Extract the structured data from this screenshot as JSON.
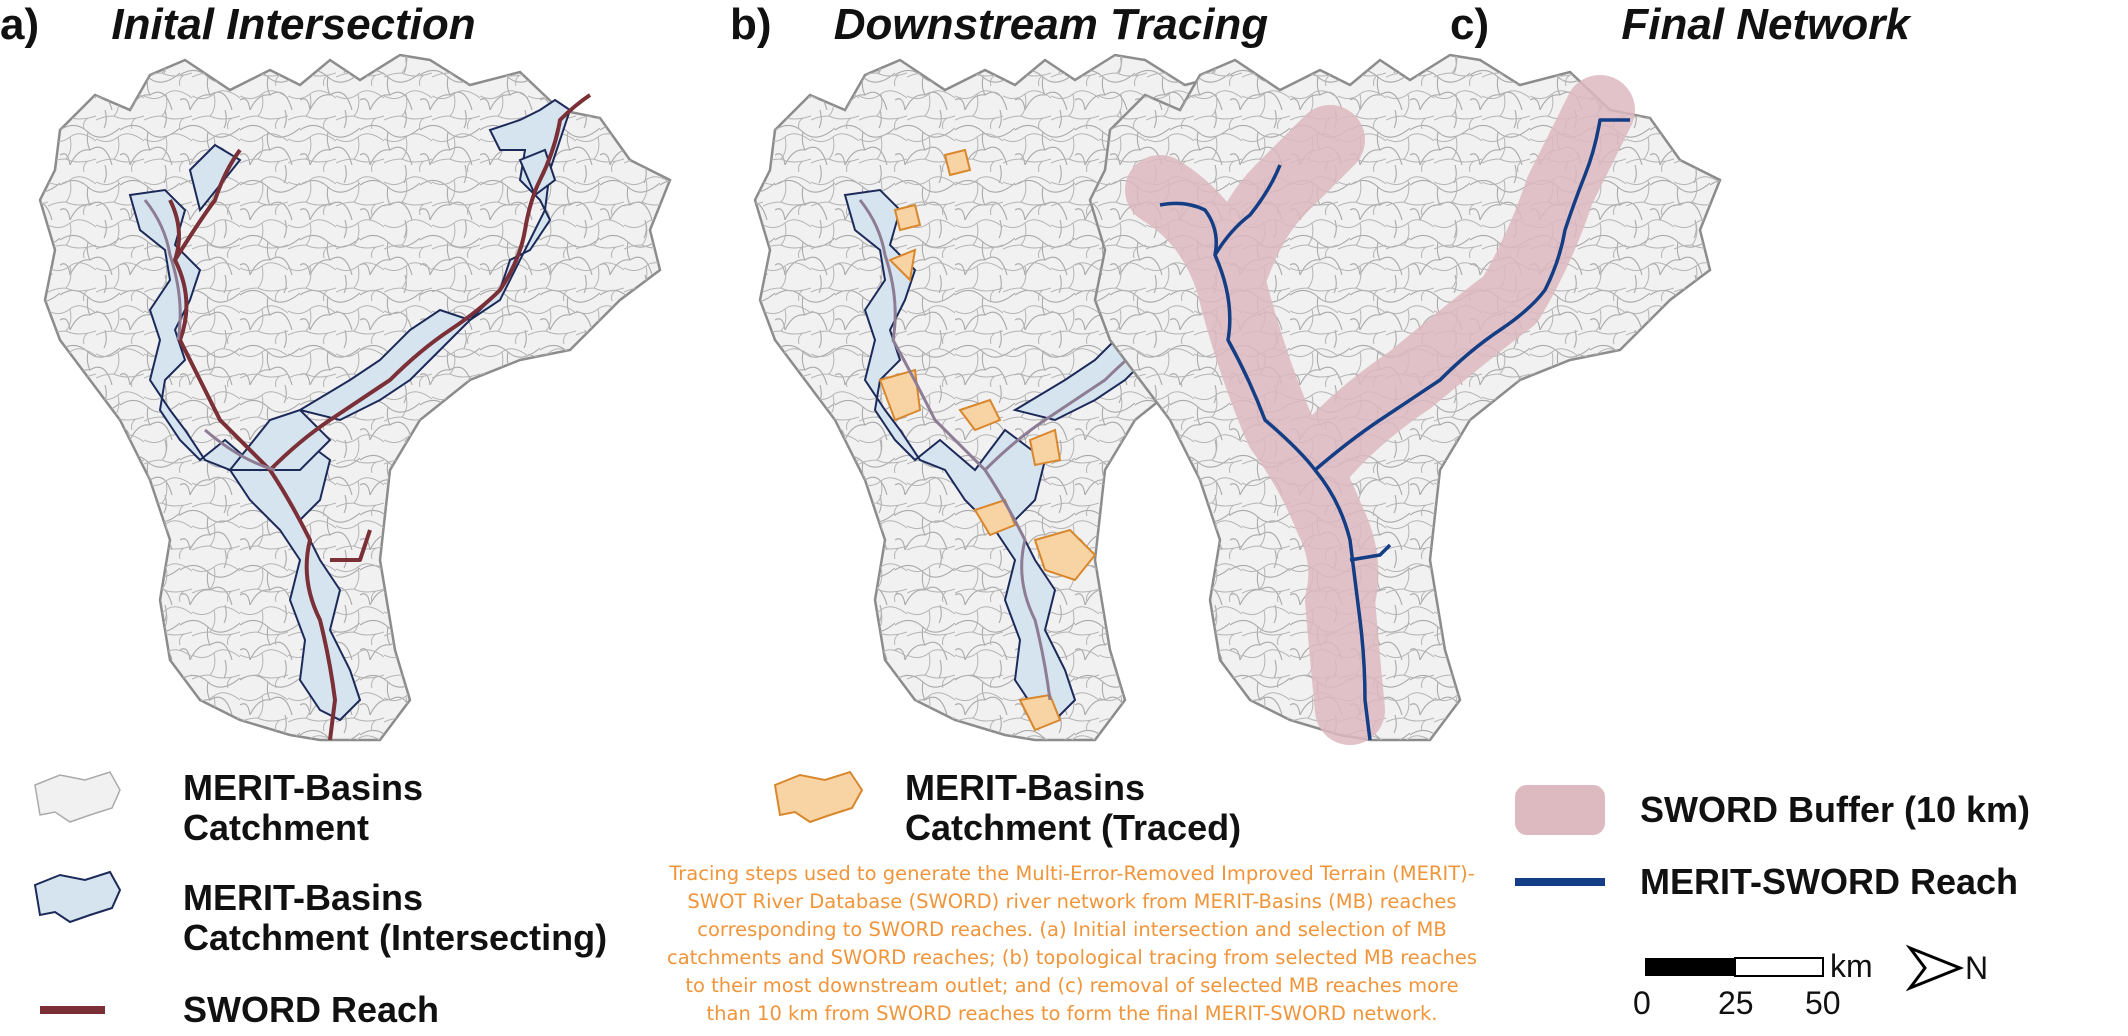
{
  "panels": [
    {
      "letter": "a)",
      "title": "Inital Intersection"
    },
    {
      "letter": "b)",
      "title": "Downstream Tracing"
    },
    {
      "letter": "c)",
      "title": "Final Network"
    }
  ],
  "legend_a": {
    "catchment": [
      "MERIT-Basins",
      "Catchment"
    ],
    "intersecting": [
      "MERIT-Basins",
      "Catchment (Intersecting)"
    ],
    "reach": "SWORD Reach"
  },
  "legend_b": {
    "traced": [
      "MERIT-Basins",
      "Catchment (Traced)"
    ]
  },
  "legend_c": {
    "buffer": "SWORD Buffer (10 km)",
    "merit_sword": "MERIT-SWORD Reach"
  },
  "caption": "Tracing steps used to generate the Multi-Error-Removed Improved Terrain (MERIT)-SWOT River Database (SWORD) river network from MERIT-Basins (MB) reaches corresponding to SWORD reaches. (a) Initial intersection and selection of MB catchments and SWORD reaches; (b) topological tracing from selected MB reaches to their most downstream outlet; and (c) removal of selected MB reaches more than 10 km from SWORD reaches to form the final MERIT-SWORD network.",
  "scale_bar": {
    "unit": "km",
    "ticks": [
      "0",
      "25",
      "50"
    ]
  },
  "north_arrow": "N",
  "colors": {
    "catchment_fill": "#f1f1f1",
    "catchment_edge": "#9a9a9a",
    "intersecting_fill": "#d6e4f0",
    "intersecting_edge": "#1c2a5a",
    "traced_fill": "#f8d3a3",
    "traced_edge": "#d9872d",
    "sword_reach": "#7b2f36",
    "buffer": "#ddb9c0",
    "merit_sword_reach": "#133d85",
    "caption": "#f0953a"
  }
}
